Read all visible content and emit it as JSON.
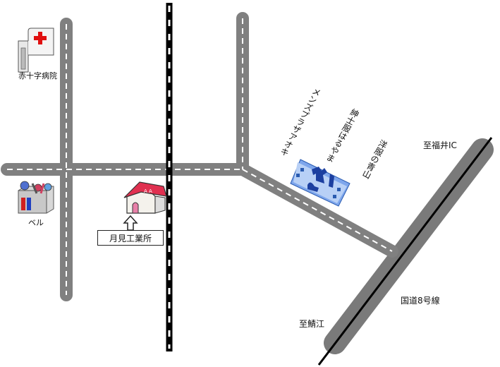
{
  "title": "",
  "labels": {
    "hospital": "赤十字病院",
    "bell": "ベル",
    "factory": "月見工業所",
    "to_fukui_ic": "至福井IC",
    "to_sabae": "至鯖江",
    "route8": "国道8号線"
  },
  "store_names": {
    "mens_plaza": "メンズプラザアオキ",
    "haruyama": "紳士服はるやま",
    "aoyama": "洋服の青山"
  },
  "icons": {
    "hospital": "hospital-icon",
    "bell": "shopping-mall-icon",
    "factory": "house-icon",
    "clothing_store": "clothing-store-icon",
    "arrow": "up-arrow-icon"
  },
  "colors": {
    "road": "#808080",
    "road_centerline": "#ffffff",
    "highway": "#7a7a7a",
    "highway_line": "#000000",
    "railway": "#000000",
    "factory_roof": "#e03050",
    "store_blue": "#5b8fe0"
  }
}
